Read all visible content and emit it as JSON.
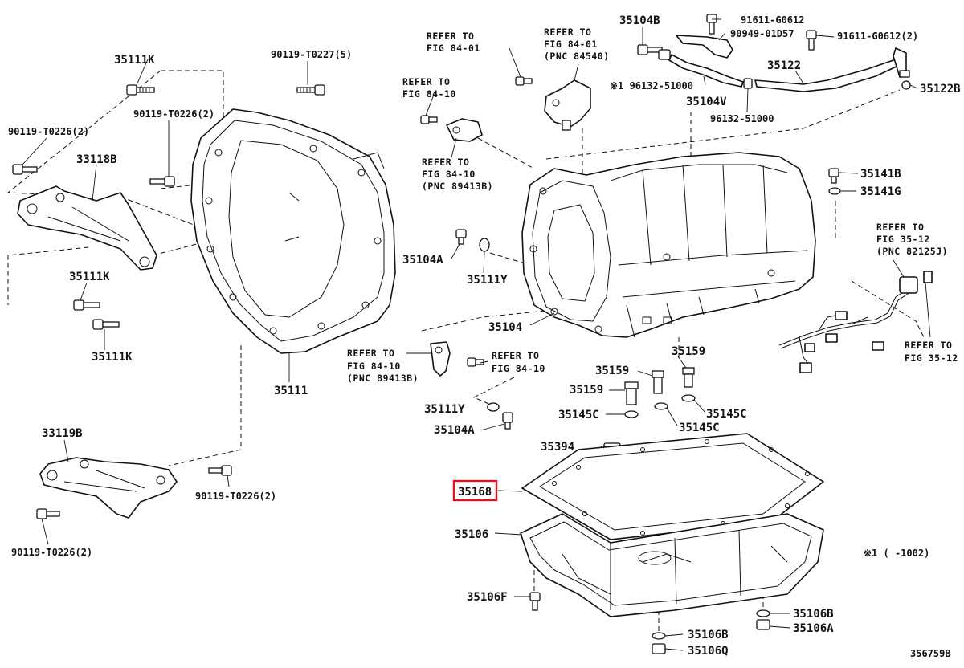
{
  "labels": {
    "p35111K_top": "35111K",
    "p90119T0227": "90119-T0227(5)",
    "p90119T0226_a": "90119-T0226(2)",
    "p90119T0226_b": "90119-T0226(2)",
    "p33118B": "33118B",
    "p35111K_mid": "35111K",
    "p35111K_low": "35111K",
    "p35111": "35111",
    "p33119B": "33119B",
    "p90119T0226_c": "90119-T0226(2)",
    "p90119T0226_d": "90119-T0226(2)",
    "p35104B": "35104B",
    "p91611G0612_a": "91611-G0612",
    "p90949": "90949-01D57",
    "p91611G0612_b": "91611-G0612(2)",
    "p35122": "35122",
    "p35122B": "35122B",
    "p96132_note": "※1 96132-51000",
    "p35104V": "35104V",
    "p96132": "96132-51000",
    "p35141B": "35141B",
    "p35141G": "35141G",
    "p35104A_top": "35104A",
    "p35111Y_top": "35111Y",
    "p35104": "35104",
    "p35159_a": "35159",
    "p35159_b": "35159",
    "p35159_c": "35159",
    "p35145C_a": "35145C",
    "p35145C_b": "35145C",
    "p35145C_c": "35145C",
    "p35111Y_low": "35111Y",
    "p35104A_low": "35104A",
    "p35394": "35394",
    "p35168": "35168",
    "p35106": "35106",
    "p35106F": "35106F",
    "p35106B_a": "35106B",
    "p35106B_b": "35106B",
    "p35106A": "35106A",
    "p35106Q": "35106Q",
    "note1": "※1 (     -1002)",
    "diagram_id": "356759B"
  },
  "refs": {
    "r1": [
      "REFER TO",
      "FIG 84-01"
    ],
    "r2": [
      "REFER TO",
      "FIG 84-01",
      "(PNC 84540)"
    ],
    "r3": [
      "REFER TO",
      "FIG 84-10"
    ],
    "r4": [
      "REFER TO",
      "FIG 84-10",
      "(PNC 89413B)"
    ],
    "r5": [
      "REFER TO",
      "FIG 35-12",
      "(PNC 82125J)"
    ],
    "r6": [
      "REFER TO",
      "FIG 84-10",
      "(PNC 89413B)"
    ],
    "r7": [
      "REFER TO",
      "FIG 84-10"
    ],
    "r8": [
      "REFER TO",
      "FIG 35-12"
    ]
  },
  "colors": {
    "highlight": "#e0141e",
    "ink": "#111111"
  },
  "highlighted_part": "35168"
}
